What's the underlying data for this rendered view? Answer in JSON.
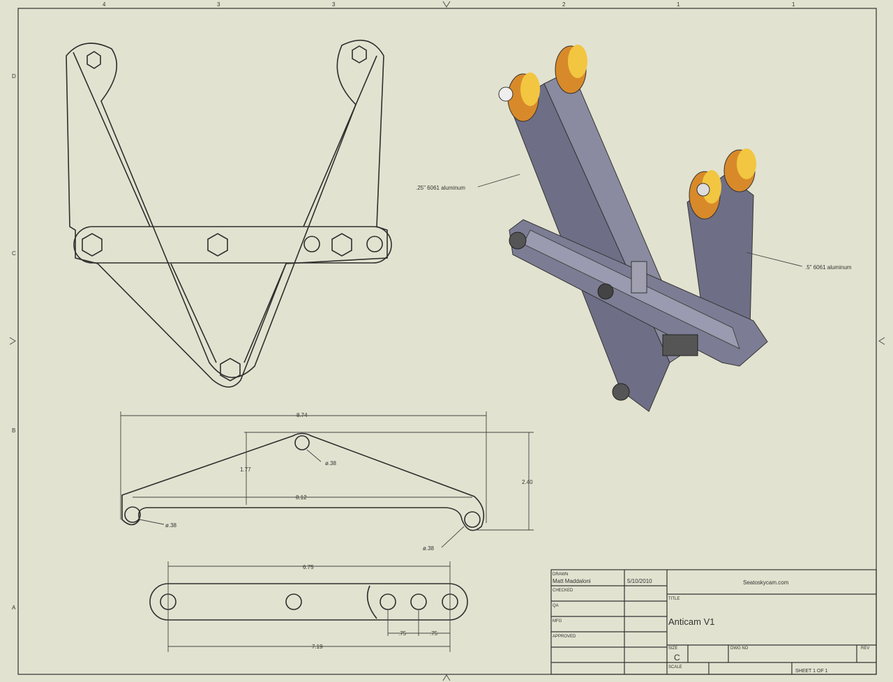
{
  "border": {
    "col_labels": [
      "4",
      "3",
      "3",
      "2",
      "1",
      "1"
    ],
    "row_labels": [
      "D",
      "C",
      "B",
      "A"
    ]
  },
  "callouts": {
    "thin_plate": ".25\" 6061 aluminum",
    "thick_plate": ".5\" 6061 aluminum"
  },
  "dimensions": {
    "overall_width": "8.74",
    "pivot_height": "1.77",
    "overall_height": "2.40",
    "hole_span": "8.12",
    "hole_dia_top": "ø.38",
    "hole_dia_left": "ø.38",
    "hole_dia_right": "ø.38",
    "bar_hole_span": "6.75",
    "bar_length": "7.19",
    "spacing_1": ".75",
    "spacing_2": ".75"
  },
  "title_block": {
    "drawn_label": "DRAWN",
    "drawn_by": "Matt Maddaloni",
    "date": "5/10/2010",
    "checked_label": "CHECKED",
    "qa_label": "QA",
    "mfg_label": "MFG",
    "approved_label": "APPROVED",
    "company": "Seatoskycam.com",
    "title_label": "TITLE",
    "title": "Anticam V1",
    "size_label": "SIZE",
    "size": "C",
    "dwg_no_label": "DWG NO",
    "rev_label": "REV",
    "scale_label": "SCALE",
    "sheet": "SHEET 1  OF 1"
  },
  "colors": {
    "paper": "#e2e2d0",
    "part": "#6e6f86",
    "knob": "#d88a2a"
  }
}
